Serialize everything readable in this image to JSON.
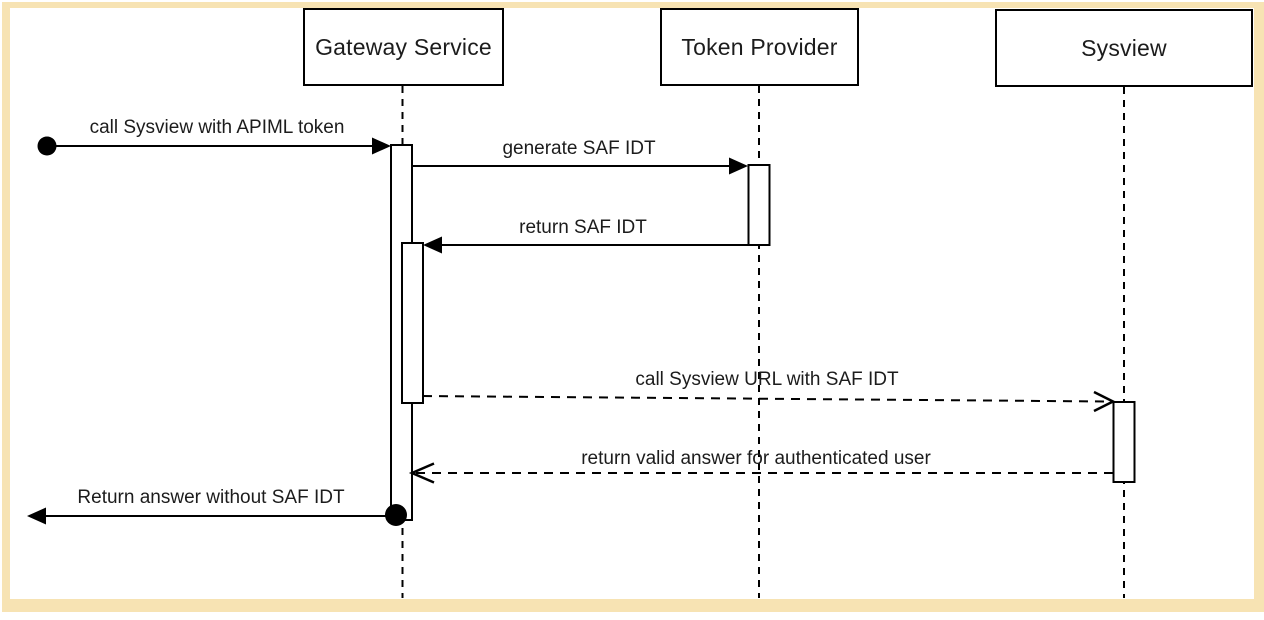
{
  "diagram": {
    "kind": "uml-sequence-diagram",
    "colors": {
      "frame": "#F7E3B3",
      "ink": "#000000",
      "background": "#FFFFFF"
    },
    "actors": [
      {
        "id": "gateway",
        "label": "Gateway Service"
      },
      {
        "id": "token-provider",
        "label": "Token Provider"
      },
      {
        "id": "sysview",
        "label": "Sysview"
      }
    ],
    "messages": [
      {
        "seq": 1,
        "label": "call Sysview with APIML token",
        "from": "caller",
        "to": "gateway",
        "line": "solid",
        "arrowhead": "filled",
        "start_marker": "dot"
      },
      {
        "seq": 2,
        "label": "generate SAF IDT",
        "from": "gateway",
        "to": "token-provider",
        "line": "solid",
        "arrowhead": "filled"
      },
      {
        "seq": 3,
        "label": "return SAF IDT",
        "from": "token-provider",
        "to": "gateway",
        "line": "solid",
        "arrowhead": "filled"
      },
      {
        "seq": 4,
        "label": "call Sysview URL with SAF IDT",
        "from": "gateway",
        "to": "sysview",
        "line": "dashed",
        "arrowhead": "open"
      },
      {
        "seq": 5,
        "label": "return valid answer for authenticated user",
        "from": "sysview",
        "to": "gateway",
        "line": "dashed",
        "arrowhead": "open"
      },
      {
        "seq": 6,
        "label": "Return answer without SAF IDT",
        "from": "gateway",
        "to": "caller",
        "line": "solid",
        "arrowhead": "filled",
        "start_marker": "dot"
      }
    ]
  }
}
